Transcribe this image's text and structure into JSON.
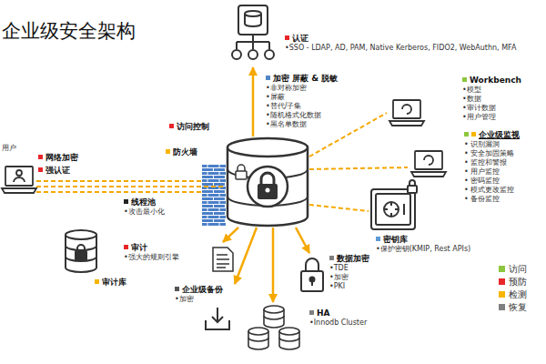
{
  "diagram": {
    "title": "企业级安全架构",
    "nodes": [
      {
        "text": []
      },
      {
        "text": [
          "认证",
          "•SSO - LDAP, AD, PAM, Native Kerberos, FIDO2, WebAuthn, MFA"
        ]
      },
      {
        "text": [
          "加密 屏蔽 & 脱敏",
          "•非对称加密",
          "•屏蔽",
          "•替代/子集",
          "•随机格式化数据",
          "•黑名单数据"
        ]
      },
      {
        "text": [
          "Workbench",
          "•模型",
          "•数据",
          "•审计数据",
          "•用户管理"
        ]
      },
      {
        "text": [
          "企业级监视",
          "• 识别漏洞",
          "• 安全加固策略",
          "• 监控和警报",
          "• 用户监控",
          "• 密码监控",
          "• 模式更改监控",
          "• 备份监控"
        ]
      },
      {
        "text": [
          "用户"
        ]
      },
      {
        "text": [
          "线程池",
          "•攻击最小化"
        ]
      },
      {
        "text": [
          "审计",
          "•强大的规则引擎"
        ]
      },
      {
        "text": [
          "审计库"
        ]
      },
      {
        "text": [
          "企业级备份",
          "•加密"
        ]
      },
      {
        "text": [
          "HA",
          "•Innodb Cluster"
        ]
      },
      {
        "text": [
          "数据加密",
          "•TDE",
          "•加密",
          "•PKI"
        ]
      },
      {
        "text": [
          "密钥库",
          "•保护密钥(KMIP, Rest APIs)"
        ]
      }
    ],
    "edges": [
      {
        "from": 0,
        "to": 1,
        "arrow": "to"
      },
      {
        "from": 0,
        "to": 3,
        "arrow": "none"
      },
      {
        "from": 0,
        "to": 4,
        "arrow": "none"
      },
      {
        "from": 5,
        "to": 0,
        "arrow": "none"
      },
      {
        "from": 0,
        "to": 7,
        "arrow": "to"
      },
      {
        "from": 0,
        "to": 9,
        "arrow": "to"
      },
      {
        "from": 0,
        "to": 10,
        "arrow": "to"
      },
      {
        "from": 0,
        "to": 11,
        "arrow": "to"
      },
      {
        "from": 0,
        "to": 12,
        "arrow": "none"
      }
    ],
    "labels": [
      "访问控制",
      "防火墙",
      "网络加密",
      "强认证"
    ],
    "legend": [
      {
        "text": "访问",
        "color": "#8dc63f"
      },
      {
        "text": "预防",
        "color": "#e8262a"
      },
      {
        "text": "检测",
        "color": "#f7b500"
      },
      {
        "text": "恢复",
        "color": "#7f7f7f"
      }
    ]
  }
}
